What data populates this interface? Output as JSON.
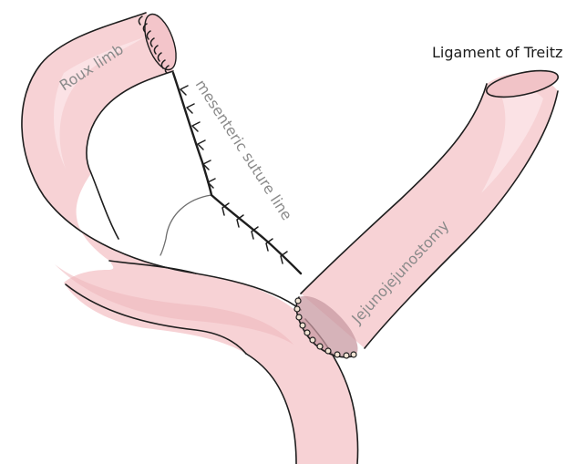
{
  "labels": {
    "roux_limb": "Roux limb",
    "mesenteric_suture_line": "mesenteric suture line",
    "ligament_of_treitz": "Ligament of Treitz",
    "jejunojejunostomy": "Jejunojejunostomy"
  },
  "colors": {
    "bowel": "#f7d2d5",
    "outline": "#1e1e1e",
    "inside_label": "#8a8a8a"
  }
}
